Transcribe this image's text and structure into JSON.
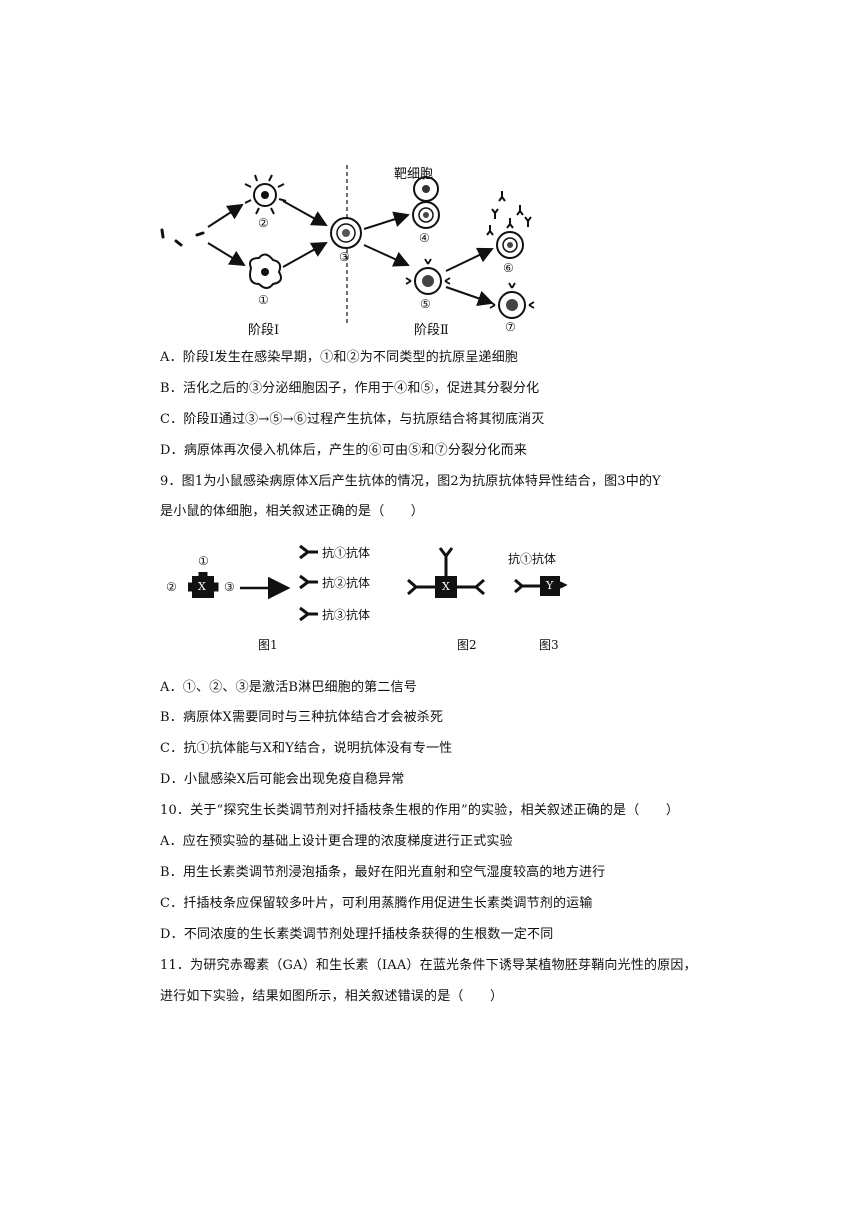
{
  "figure_top": {
    "target_cell_label": "靶细胞",
    "stage1_label": "阶段Ⅰ",
    "stage2_label": "阶段Ⅱ",
    "markers": [
      "①",
      "②",
      "③",
      "④",
      "⑤",
      "⑥",
      "⑦"
    ]
  },
  "q8_options": [
    "A．阶段Ⅰ发生在感染早期，①和②为不同类型的抗原呈递细胞",
    "B．活化之后的③分泌细胞因子，作用于④和⑤，促进其分裂分化",
    "C．阶段Ⅱ通过③→⑤→⑥过程产生抗体，与抗原结合将其彻底消灭",
    "D．病原体再次侵入机体后，产生的⑥可由⑤和⑦分裂分化而来"
  ],
  "q9": {
    "stem_line1": "9．图1为小鼠感染病原体X后产生抗体的情况，图2为抗原抗体特异性结合，图3中的Y",
    "stem_line2": "是小鼠的体细胞，相关叙述正确的是（　　）",
    "fig1_marks": [
      "①",
      "②",
      "③"
    ],
    "antigen_x": "X",
    "antigen_y": "Y",
    "antibodies": [
      "抗①抗体",
      "抗②抗体",
      "抗③抗体"
    ],
    "fig3_antibody": "抗①抗体",
    "captions": [
      "图1",
      "图2",
      "图3"
    ],
    "options": [
      "A．①、②、③是激活B淋巴细胞的第二信号",
      "B．病原体X需要同时与三种抗体结合才会被杀死",
      "C．抗①抗体能与X和Y结合，说明抗体没有专一性",
      "D．小鼠感染X后可能会出现免疫自稳异常"
    ]
  },
  "q10": {
    "stem": "10．关于“探究生长类调节剂对扦插枝条生根的作用”的实验，相关叙述正确的是（　　）",
    "options": [
      "A．应在预实验的基础上设计更合理的浓度梯度进行正式实验",
      "B．用生长素类调节剂浸泡插条，最好在阳光直射和空气湿度较高的地方进行",
      "C．扦插枝条应保留较多叶片，可利用蒸腾作用促进生长素类调节剂的运输",
      "D．不同浓度的生长素类调节剂处理扦插枝条获得的生根数一定不同"
    ]
  },
  "q11": {
    "stem_line1": "11．为研究赤霉素（GA）和生长素（IAA）在蓝光条件下诱导某植物胚芽鞘向光性的原因，",
    "stem_line2": "进行如下实验，结果如图所示，相关叙述错误的是（　　）"
  }
}
